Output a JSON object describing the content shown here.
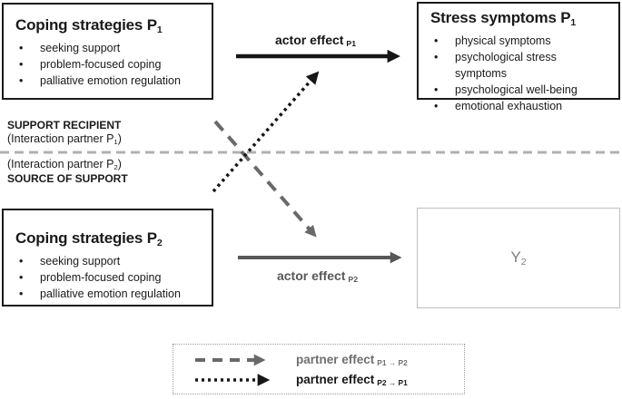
{
  "palette": {
    "box_border": "#1a1a1a",
    "actor_p1_arrow": "#161616",
    "actor_p2_arrow": "#58585a",
    "partner_dashed_arrow": "#696969",
    "partner_dotted_arrow": "#161616",
    "divider_line": "#b0b0b0",
    "y2_border": "#bfbfbf",
    "y2_text": "#7f7f7f"
  },
  "boxes": {
    "coping_p1": {
      "title": "Coping strategies P",
      "title_sub": "1",
      "items": [
        "seeking support",
        "problem-focused coping",
        "palliative emotion regulation"
      ]
    },
    "stress_p1": {
      "title": "Stress symptoms P",
      "title_sub": "1",
      "items": [
        "physical symptoms",
        "psychological stress symptoms",
        "psychological well-being",
        "emotional exhaustion"
      ]
    },
    "coping_p2": {
      "title": "Coping strategies P",
      "title_sub": "2",
      "items": [
        "seeking support",
        "problem-focused coping",
        "palliative emotion regulation"
      ]
    },
    "y2": {
      "label": "Y",
      "label_sub": "2"
    }
  },
  "divider": {
    "above_bold": "SUPPORT RECIPIENT",
    "above_prefix": "(Interaction partner P",
    "above_sub": "1",
    "above_suffix": ")",
    "below_prefix": "(Interaction partner P",
    "below_sub": "2",
    "below_suffix": ")",
    "below_bold": "SOURCE OF SUPPORT"
  },
  "arrows": {
    "actor_p1": {
      "label": "actor effect",
      "sub": "P1"
    },
    "actor_p2": {
      "label": "actor effect",
      "sub": "P2"
    }
  },
  "legend": {
    "partner_p1p2": {
      "label": "partner effect",
      "sub": "P1 → P2"
    },
    "partner_p2p1": {
      "label": "partner effect",
      "sub": "P2 → P1"
    }
  }
}
